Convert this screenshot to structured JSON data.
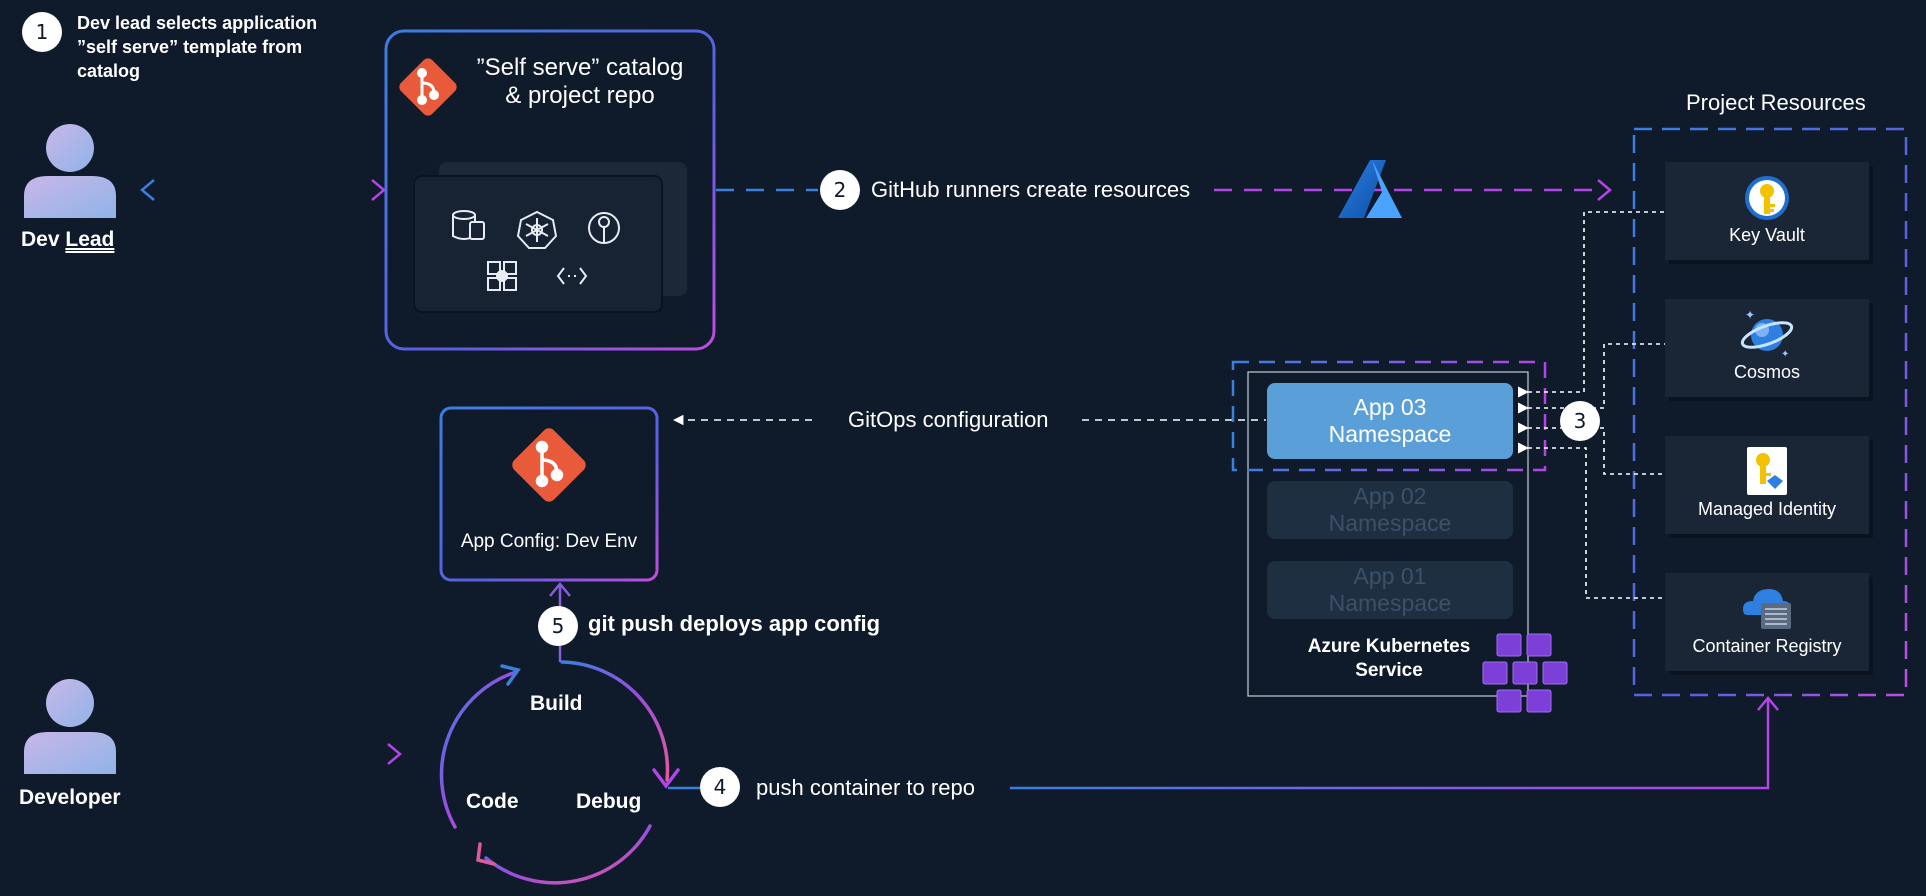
{
  "steps": {
    "s1": {
      "number": "1",
      "text_line1": "Dev lead selects application",
      "text_line2": "”self serve” template from",
      "text_line3": "catalog"
    },
    "s2": {
      "number": "2",
      "text": "GitHub runners create resources"
    },
    "s3": {
      "number": "3"
    },
    "s4": {
      "number": "4",
      "text": "push container to repo"
    },
    "s5": {
      "number": "5",
      "text": "git push deploys app config"
    }
  },
  "actors": {
    "dev_lead": {
      "label_part1": "Dev",
      "label_part2": "Lead"
    },
    "developer": {
      "label": "Developer"
    }
  },
  "catalog": {
    "title_line1": "”Self serve” catalog",
    "title_line2": "& project repo"
  },
  "app_config": {
    "label": "App Config: Dev Env"
  },
  "gitops": {
    "label": "GitOps configuration"
  },
  "cycle": {
    "build": "Build",
    "code": "Code",
    "debug": "Debug"
  },
  "aks": {
    "label_line1": "Azure Kubernetes",
    "label_line2": "Service",
    "namespaces": [
      {
        "line1": "App 03",
        "line2": "Namespace"
      },
      {
        "line1": "App 02",
        "line2": "Namespace"
      },
      {
        "line1": "App 01",
        "line2": "Namespace"
      }
    ]
  },
  "resources": {
    "title": "Project Resources",
    "items": [
      {
        "name": "Key Vault",
        "icon": "key-vault-icon"
      },
      {
        "name": "Cosmos",
        "icon": "cosmos-icon"
      },
      {
        "name": "Managed Identity",
        "icon": "managed-identity-icon"
      },
      {
        "name": "Container Registry",
        "icon": "container-registry-icon"
      }
    ]
  },
  "colors": {
    "background": "#0f1a2b",
    "accent_blue": "#3b7fe0",
    "accent_purple": "#b444e6",
    "git_orange": "#e85a3a",
    "namespace_active": "#5a9fd8"
  }
}
